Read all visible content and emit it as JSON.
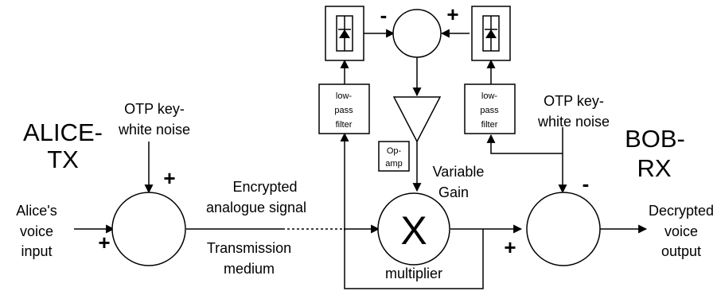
{
  "alice": {
    "title_line1": "ALICE-",
    "title_line2": "TX",
    "input_line1": "Alice's",
    "input_line2": "voice",
    "input_line3": "input",
    "noise_line1": "OTP key-",
    "noise_line2": "white noise"
  },
  "bob": {
    "title_line1": "BOB-",
    "title_line2": "RX",
    "noise_line1": "OTP key-",
    "noise_line2": "white noise",
    "output_line1": "Decrypted",
    "output_line2": "voice",
    "output_line3": "output"
  },
  "channel": {
    "signal_line1": "Encrypted",
    "signal_line2": "analogue signal",
    "medium_line1": "Transmission",
    "medium_line2": "medium"
  },
  "multiplier": {
    "symbol": "X",
    "label": "multiplier",
    "gain_line1": "Variable",
    "gain_line2": "Gain"
  },
  "opamp": {
    "line1": "Op-",
    "line2": "amp"
  },
  "filter_left": {
    "line1": "low-",
    "line2": "pass",
    "line3": "filter"
  },
  "filter_right": {
    "line1": "low-",
    "line2": "pass",
    "line3": "filter"
  },
  "signs": {
    "alice_noise": "+",
    "alice_input": "+",
    "bob_noise": "-",
    "bob_signal": "+",
    "comparator_left": "-",
    "comparator_right": "+"
  }
}
